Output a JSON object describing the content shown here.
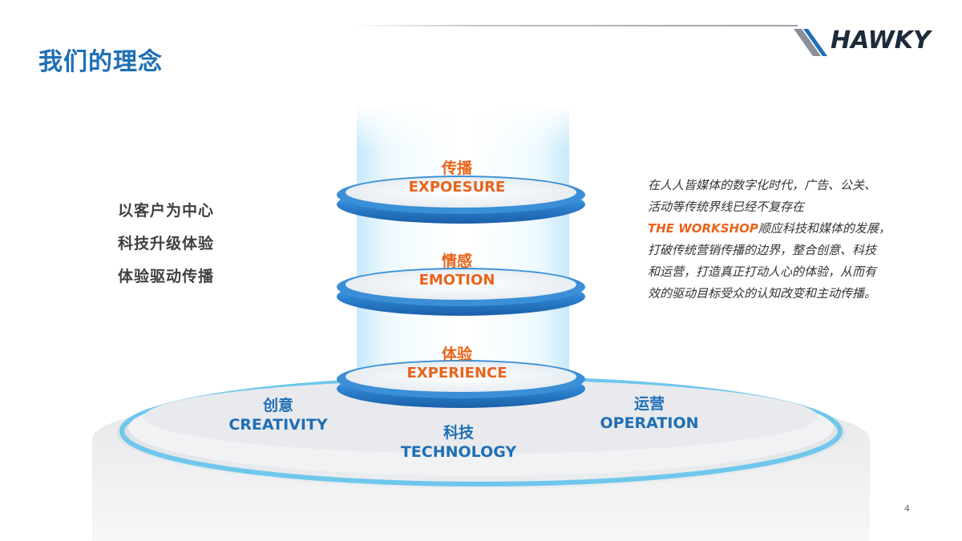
{
  "title": "我们的理念",
  "logo_text": "HAWKY",
  "principles": [
    "以客户为中心",
    "科技升级体验",
    "体验驱动传播"
  ],
  "stages": [
    {
      "cn": "传播",
      "en": "EXPOESURE"
    },
    {
      "cn": "情感",
      "en": "EMOTION"
    },
    {
      "cn": "体验",
      "en": "EXPERIENCE"
    }
  ],
  "base": [
    {
      "cn": "创意",
      "en": "CREATIVITY"
    },
    {
      "cn": "科技",
      "en": "TECHNOLOGY"
    },
    {
      "cn": "运营",
      "en": "OPERATION"
    }
  ],
  "description": {
    "line1": "在人人皆媒体的数字化时代，广告、公关、",
    "line2": "活动等传统界线已经不复存在",
    "highlight": "THE WORKSHOP",
    "line3": "顺应科技和媒体的发展，",
    "line4": "打破传统营销传播的边界，整合创意、科技",
    "line5": "和运营，打造真正打动人心的体验，从而有",
    "line6": "效的驱动目标受众的认知改变和主动传播。"
  },
  "page_number": "4",
  "colors": {
    "title": "#1f6fb5",
    "accent": "#e8641b",
    "ring": "#3b8fd6",
    "text": "#404040"
  }
}
